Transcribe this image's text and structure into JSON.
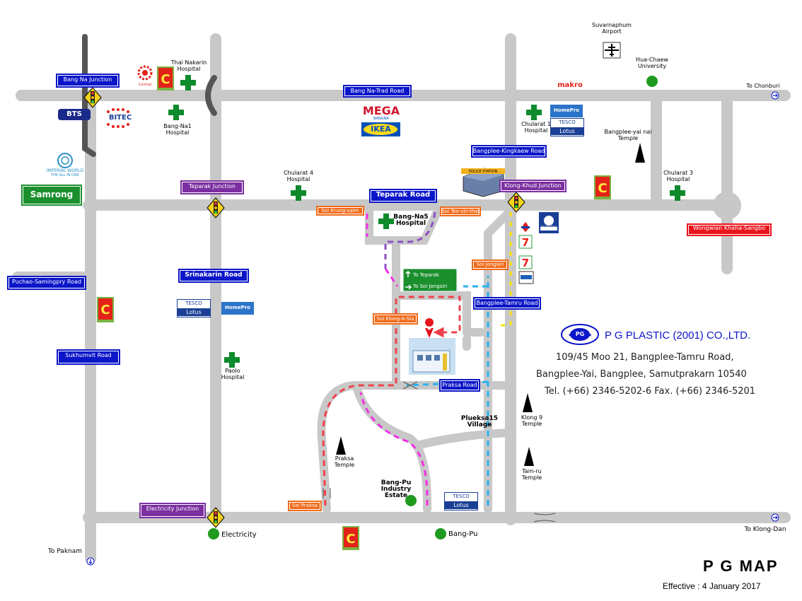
{
  "map": {
    "junctions": {
      "bang_na": "Bang Na Junction",
      "teparak": "Teparak Junction",
      "klong_khud": "Klong-Khud Junction",
      "electricity": "Electricity Junction"
    },
    "roads": {
      "bang_na_trad": "Bang Na-Trad Road",
      "bangplee_kingkaew": "Bangplee-Kingkaew Road",
      "teparak": "Teparak Road",
      "srinakarin": "Srinakarin Road",
      "puchao": "Puchao-Samingpry Road",
      "sukhumvit": "Sukhumvit Road",
      "bangplee_tamru": "Bangplee-Tamru Road",
      "praksa": "Praksa Road",
      "wongwian": "Wongwian Khaha-Sangbo"
    },
    "sois": {
      "krung_saim": "Soi Krung-saim",
      "tee_sin_thai": "Soi Tee-sin-thai",
      "jongsiri": "Soi Jongsiri",
      "klong_a_sia": "Soi Klong-A-Sia",
      "praksa": "Soi Praksa"
    },
    "place_labels": {
      "samrong": "Samrong",
      "bts": "BTS",
      "bitec": "BITEC",
      "imperial": "IMPERIAL WORLD",
      "imperial_sub": "THE ALL IN ONE",
      "central": "Central",
      "thai_nakarin": "Thai Nakarin Hospital",
      "bang_na1": "Bang-Na1 Hospital",
      "mega": "MEGA",
      "mega_sub": "BANGNA",
      "ikea": "IKEA",
      "suvarnabhumi": "Suvarnaphum Airport",
      "makro": "makro",
      "hua_chaew": "Hua-Chaew University",
      "to_chonburi": "To Chonburi",
      "chularat1": "Chularat 1 Hospital",
      "bangplee_temple": "Bangplee-yai nai Temple",
      "chularat3": "Chularat 3 Hospital",
      "chularat4": "Chularat 4 Hospital",
      "bang_na5": "Bang-Na5 Hospital",
      "homepro": "HomePro",
      "tesco": "TESCO",
      "lotus": "Lotus",
      "paolo": "Paolo Hospital",
      "praksa_temple": "Praksa Temple",
      "bangpu_estate": "Bang-Pu Industry Estate",
      "phueksa": "Plueksa15 Village",
      "klong9": "Klong 9 Temple",
      "tamru": "Tam-ru Temple",
      "electricity": "Electricity",
      "bangpu": "Bang-Pu",
      "to_paknam": "To Paknam",
      "to_klongdan": "To Klong-Dan",
      "police": "POLICE STATION",
      "sign_teparak": "To Teparak",
      "sign_jongsiri": "To Soi Jongsiri",
      "bangkok_bank": "Bangkok Bank"
    },
    "company": {
      "name": "P G PLASTIC (2001) CO.,LTD.",
      "addr1": "109/45 Moo 21, Bangplee-Tamru Road,",
      "addr2": "Bangplee-Yai, Bangplee, Samutprakarn 10540",
      "tel": "Tel.  (+66) 2346-5202-6 Fax. (+66) 2346-5201",
      "logo": "PG"
    },
    "footer": {
      "title": "P G MAP",
      "effective": "Effective : 4 January 2017"
    }
  },
  "colors": {
    "road": "#c8c8c8",
    "route_red": "#f0414a",
    "route_magenta": "#f32fe6",
    "route_blue": "#27b3f0",
    "route_yellow": "#f7e40a",
    "route_purple": "#8e4fc4",
    "hospital": "#0f8a2c",
    "blue_label": "#0b16c8",
    "purple_label": "#7b2fa0",
    "orange_label": "#ef6a1a",
    "red_label": "#e8141c"
  }
}
